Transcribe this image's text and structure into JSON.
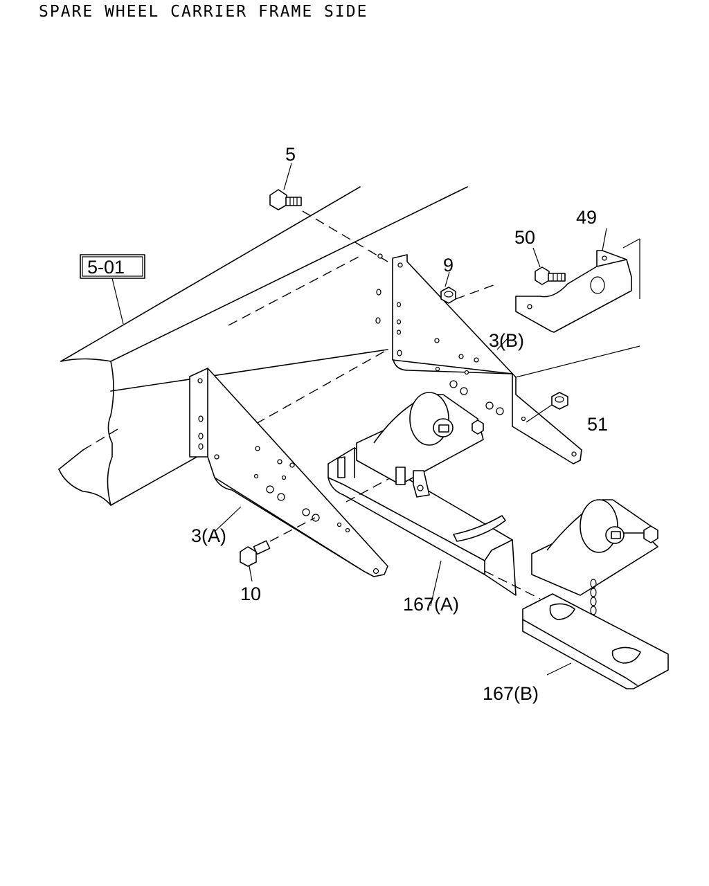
{
  "title": "SPARE WHEEL CARRIER FRAME SIDE",
  "callouts": {
    "frame_ref": "5-01",
    "bolt_top": "5",
    "nut_9": "9",
    "bolt_50": "50",
    "cover_49": "49",
    "bracket_b": "3(B)",
    "nut_51": "51",
    "bracket_a": "3(A)",
    "bolt_10": "10",
    "carrier_a": "167(A)",
    "carrier_b": "167(B)"
  },
  "colors": {
    "line": "#000000",
    "background": "#ffffff"
  }
}
